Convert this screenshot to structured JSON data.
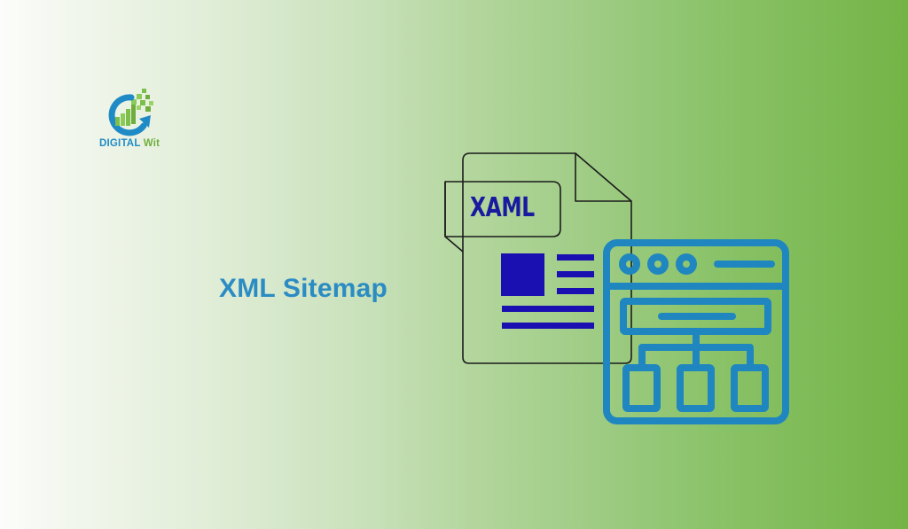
{
  "brand": {
    "name_part1": "DIGITAL",
    "name_part2": "Wit",
    "logo_icon": "growth-chart-g-logo-icon",
    "colors": {
      "blue": "#1f8bc6",
      "green": "#6fae3e"
    }
  },
  "hero": {
    "title": "XML Sitemap",
    "title_color": "#2b8cc4"
  },
  "illustration": {
    "document_icon": "file-document-icon",
    "file_badge_label": "XAML",
    "file_badge_color": "#1a1aa0",
    "sitemap_icon": "browser-sitemap-hierarchy-icon",
    "sitemap_color": "#1f86c0"
  },
  "background": {
    "gradient_start": "#fcfdfb",
    "gradient_end": "#74b446"
  }
}
